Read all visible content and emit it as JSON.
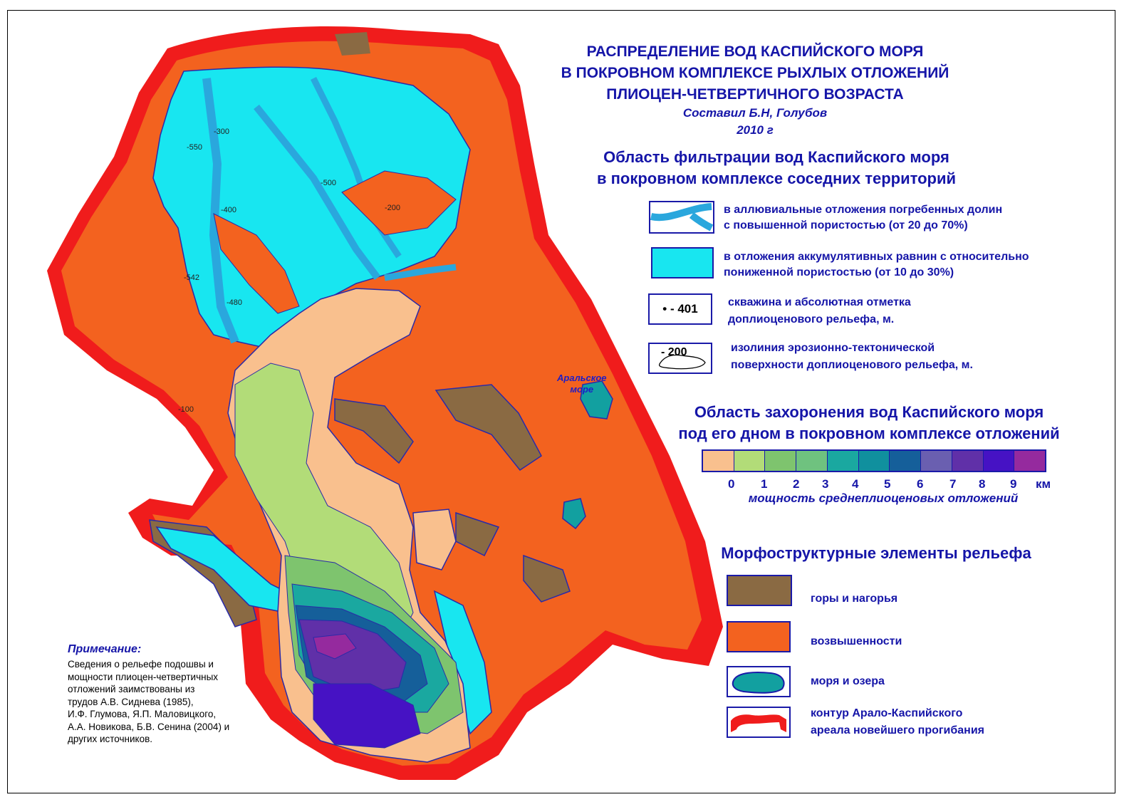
{
  "title": {
    "line1": "РАСПРЕДЕЛЕНИЕ ВОД КАСПИЙСКОГО МОРЯ",
    "line2": "В ПОКРОВНОМ КОМПЛЕКСЕ РЫХЛЫХ ОТЛОЖЕНИЙ",
    "line3": "ПЛИОЦЕН-ЧЕТВЕРТИЧНОГО ВОЗРАСТА",
    "author": "Составил Б.Н, Голубов",
    "year": "2010 г"
  },
  "filtration": {
    "heading1": "Область фильтрации вод Каспийского моря",
    "heading2": "в покровном комплексе соседних территорий",
    "items": [
      {
        "line1": "в аллювиальные отложения погребенных долин",
        "line2": "с повышенной пористостью (от 20 до 70%)"
      },
      {
        "line1": "в отложения аккумулятивных равнин с относительно",
        "line2": "пониженной пористостью (от 10 до 30%)"
      },
      {
        "line1": "скважина и абсолютная отметка",
        "line2": "доплиоценового рельефа, м.",
        "swatch_label": "• - 401"
      },
      {
        "line1": "изолиния эрозионно-тектонической",
        "line2": "поверхности доплиоценового рельефа, м.",
        "swatch_label": "- 200"
      }
    ]
  },
  "burial": {
    "heading1": "Область захоронения вод Каспийского моря",
    "heading2": "под его дном в покровном комплексе отложений",
    "scale_colors": [
      "#f9c08e",
      "#b2dc78",
      "#7ec46e",
      "#6fc27f",
      "#1aa8a0",
      "#10909e",
      "#155f9a",
      "#6a5fb0",
      "#6030a8",
      "#4612c4",
      "#952a9e"
    ],
    "scale_labels": [
      "0",
      "1",
      "2",
      "3",
      "4",
      "5",
      "6",
      "7",
      "8",
      "9",
      "км"
    ],
    "caption": "мощность среднеплиоценовых отложений"
  },
  "morpho": {
    "heading": "Морфоструктурные элементы рельефа",
    "items": [
      {
        "label": "горы и нагорья",
        "color": "#8a6a43"
      },
      {
        "label": "возвышенности",
        "color": "#f3621f"
      },
      {
        "label": "моря и озера",
        "color": "#12a0a0"
      },
      {
        "label1": "контур Арало-Каспийского",
        "label2": "ареала новейшего прогибания",
        "color": "#f01c1c"
      }
    ]
  },
  "note": {
    "title": "Примечание:",
    "lines": [
      "Сведения о рельефе подошвы и",
      "мощности плиоцен-четвертичных",
      "отложений заимствованы из",
      "трудов А.В. Сиднева (1985),",
      "И.Ф. Глумова, Я.П. Маловицкого,",
      "А.А. Новикова, Б.В. Сенина (2004) и",
      "других источников."
    ]
  },
  "map_labels": {
    "aral_line1": "Аральское",
    "aral_line2": "море",
    "contours": [
      "-300",
      "-550",
      "-500",
      "-400",
      "-200",
      "-100",
      "-480",
      "-542"
    ]
  },
  "colors": {
    "text_blue": "#1515a8",
    "border_red": "#f01c1c",
    "uplands": "#f3621f",
    "mountains": "#8a6a43",
    "valleys": "#2aa7dd",
    "plains": "#18e6f0"
  }
}
